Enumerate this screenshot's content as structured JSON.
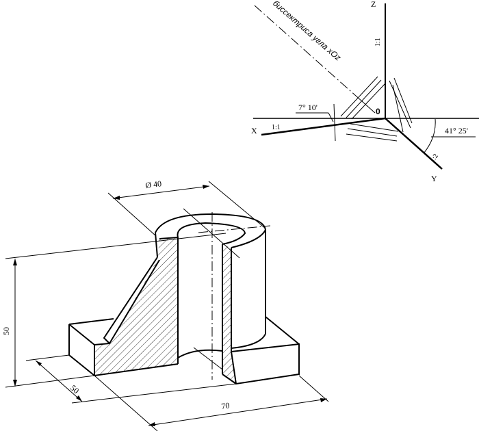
{
  "axes_diagram": {
    "axis_z_label": "Z",
    "axis_x_label": "X",
    "axis_y_label": "Y",
    "origin_label": "0",
    "z_scale": "1:1",
    "x_scale": "1:1",
    "y_scale": "1:2",
    "angle_x": "7° 10'",
    "angle_y": "41° 25'",
    "bisector_label": "биссектриса угла xOz"
  },
  "part_drawing": {
    "diameter_dim": "Ø 40",
    "height_dim": "50",
    "depth_dim": "50",
    "length_dim": "70"
  }
}
